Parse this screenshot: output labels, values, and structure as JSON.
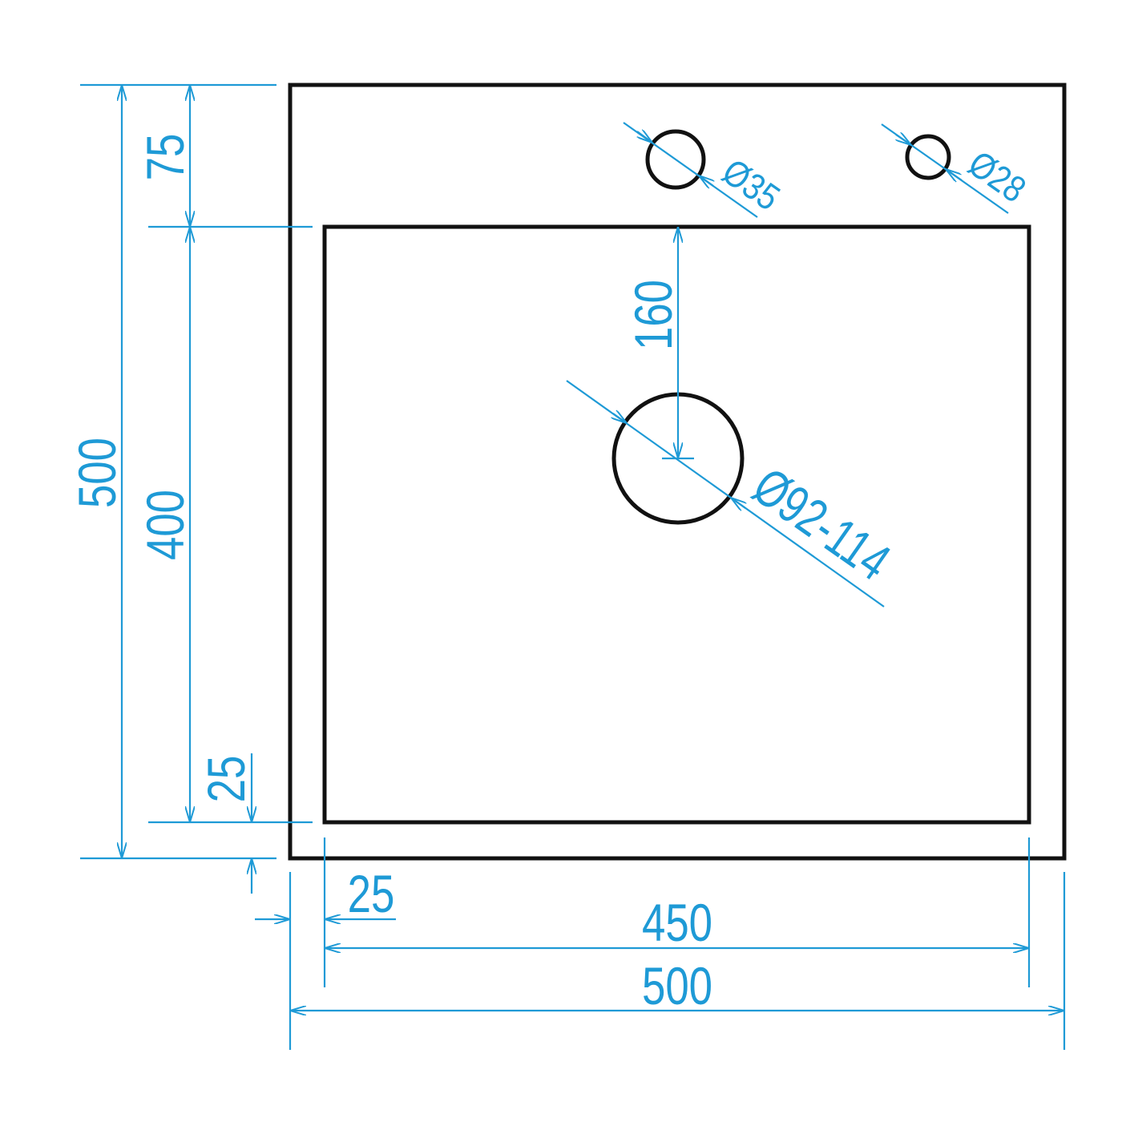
{
  "colors": {
    "outline": "#111111",
    "dimension": "#1e9ad6"
  },
  "dimensions": {
    "total_height": "500",
    "top_margin": "75",
    "bowl_height": "400",
    "bottom_margin": "25",
    "left_margin": "25",
    "bowl_width": "450",
    "total_width": "500",
    "drain_offset": "160",
    "tap_hole_1": "Ø35",
    "tap_hole_2": "Ø28",
    "drain_diameter": "Ø92-114"
  }
}
